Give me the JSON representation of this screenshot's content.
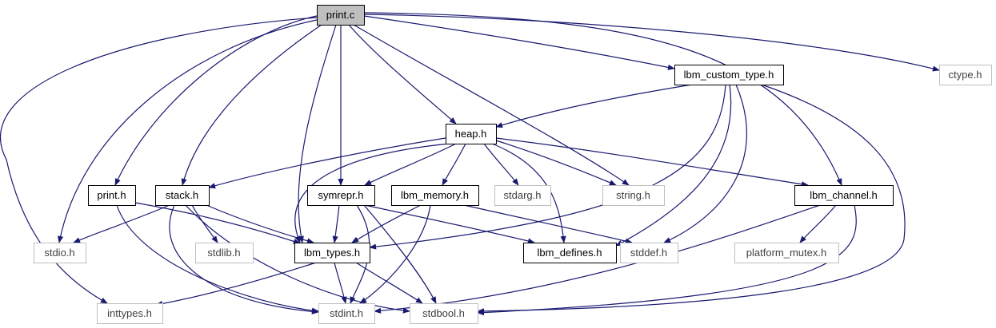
{
  "diagram": {
    "colors": {
      "edge": "#191970",
      "project_border": "#000000",
      "system_border": "#bfbfbf",
      "root_fill": "#bfbfbf",
      "project_text": "#000000",
      "system_text": "#3f3f3f"
    },
    "nodes": [
      {
        "id": "print_c",
        "label": "print.c",
        "kind": "root"
      },
      {
        "id": "lbm_custom_type_h",
        "label": "lbm_custom_type.h",
        "kind": "project"
      },
      {
        "id": "ctype_h",
        "label": "ctype.h",
        "kind": "system"
      },
      {
        "id": "heap_h",
        "label": "heap.h",
        "kind": "project"
      },
      {
        "id": "print_h",
        "label": "print.h",
        "kind": "project"
      },
      {
        "id": "stack_h",
        "label": "stack.h",
        "kind": "project"
      },
      {
        "id": "symrepr_h",
        "label": "symrepr.h",
        "kind": "project"
      },
      {
        "id": "lbm_memory_h",
        "label": "lbm_memory.h",
        "kind": "project"
      },
      {
        "id": "stdarg_h",
        "label": "stdarg.h",
        "kind": "system"
      },
      {
        "id": "string_h",
        "label": "string.h",
        "kind": "system"
      },
      {
        "id": "lbm_channel_h",
        "label": "lbm_channel.h",
        "kind": "project"
      },
      {
        "id": "stdio_h",
        "label": "stdio.h",
        "kind": "system"
      },
      {
        "id": "stdlib_h",
        "label": "stdlib.h",
        "kind": "system"
      },
      {
        "id": "lbm_types_h",
        "label": "lbm_types.h",
        "kind": "project"
      },
      {
        "id": "lbm_defines_h",
        "label": "lbm_defines.h",
        "kind": "project"
      },
      {
        "id": "stddef_h",
        "label": "stddef.h",
        "kind": "system"
      },
      {
        "id": "platform_mutex_h",
        "label": "platform_mutex.h",
        "kind": "system"
      },
      {
        "id": "inttypes_h",
        "label": "inttypes.h",
        "kind": "system"
      },
      {
        "id": "stdint_h",
        "label": "stdint.h",
        "kind": "system"
      },
      {
        "id": "stdbool_h",
        "label": "stdbool.h",
        "kind": "system"
      }
    ],
    "edges": [
      [
        "print_c",
        "lbm_custom_type_h"
      ],
      [
        "print_c",
        "ctype_h"
      ],
      [
        "print_c",
        "heap_h"
      ],
      [
        "print_c",
        "print_h"
      ],
      [
        "print_c",
        "stack_h"
      ],
      [
        "print_c",
        "symrepr_h"
      ],
      [
        "print_c",
        "lbm_types_h"
      ],
      [
        "print_c",
        "string_h"
      ],
      [
        "print_c",
        "lbm_channel_h"
      ],
      [
        "print_c",
        "stdio_h"
      ],
      [
        "print_c",
        "inttypes_h"
      ],
      [
        "lbm_custom_type_h",
        "heap_h"
      ],
      [
        "lbm_custom_type_h",
        "lbm_types_h"
      ],
      [
        "lbm_custom_type_h",
        "lbm_defines_h"
      ],
      [
        "lbm_custom_type_h",
        "stddef_h"
      ],
      [
        "lbm_custom_type_h",
        "stdbool_h"
      ],
      [
        "heap_h",
        "stack_h"
      ],
      [
        "heap_h",
        "symrepr_h"
      ],
      [
        "heap_h",
        "lbm_memory_h"
      ],
      [
        "heap_h",
        "stdarg_h"
      ],
      [
        "heap_h",
        "string_h"
      ],
      [
        "heap_h",
        "lbm_channel_h"
      ],
      [
        "heap_h",
        "lbm_types_h"
      ],
      [
        "heap_h",
        "lbm_defines_h"
      ],
      [
        "print_h",
        "lbm_types_h"
      ],
      [
        "print_h",
        "stdint_h"
      ],
      [
        "stack_h",
        "stdio_h"
      ],
      [
        "stack_h",
        "stdlib_h"
      ],
      [
        "stack_h",
        "lbm_types_h"
      ],
      [
        "stack_h",
        "stdint_h"
      ],
      [
        "stack_h",
        "stdbool_h"
      ],
      [
        "symrepr_h",
        "lbm_types_h"
      ],
      [
        "symrepr_h",
        "lbm_defines_h"
      ],
      [
        "symrepr_h",
        "stdint_h"
      ],
      [
        "symrepr_h",
        "stdbool_h"
      ],
      [
        "lbm_memory_h",
        "lbm_types_h"
      ],
      [
        "lbm_memory_h",
        "stddef_h"
      ],
      [
        "lbm_memory_h",
        "stdint_h"
      ],
      [
        "lbm_channel_h",
        "platform_mutex_h"
      ],
      [
        "lbm_channel_h",
        "stdint_h"
      ],
      [
        "lbm_channel_h",
        "stdbool_h"
      ],
      [
        "lbm_types_h",
        "inttypes_h"
      ],
      [
        "lbm_types_h",
        "stdint_h"
      ],
      [
        "lbm_types_h",
        "stdbool_h"
      ]
    ]
  }
}
